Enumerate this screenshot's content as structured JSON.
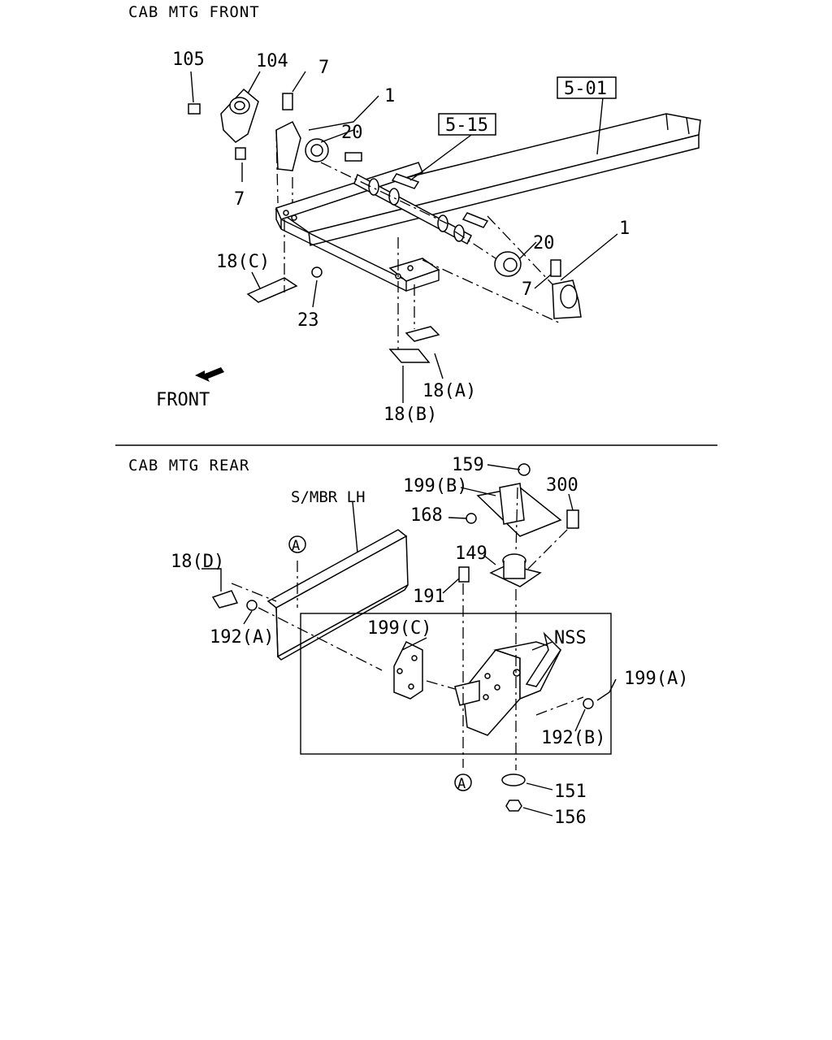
{
  "sections": {
    "front": {
      "title": "CAB MTG FRONT",
      "direction_label": "FRONT"
    },
    "rear": {
      "title": "CAB MTG REAR"
    }
  },
  "front_callouts": {
    "c105": "105",
    "c104": "104",
    "c7_top": "7",
    "c1_top": "1",
    "c20_top": "20",
    "c7_left": "7",
    "c18c": "18(C)",
    "c23": "23",
    "c20_right": "20",
    "c1_right": "1",
    "c7_right": "7",
    "c18a": "18(A)",
    "c18b": "18(B)"
  },
  "front_refs": {
    "ref_5_15": "5-15",
    "ref_5_01": "5-01"
  },
  "rear_callouts": {
    "c159": "159",
    "c199b": "199(B)",
    "c300": "300",
    "c168": "168",
    "c149": "149",
    "c191": "191",
    "c18d": "18(D)",
    "c192a": "192(A)",
    "c199c": "199(C)",
    "c_nss": "NSS",
    "c199a": "199(A)",
    "c192b": "192(B)",
    "c151": "151",
    "c156": "156",
    "smbr": "S/MBR LH",
    "mark_a_top": "A",
    "mark_a_bottom": "A"
  }
}
